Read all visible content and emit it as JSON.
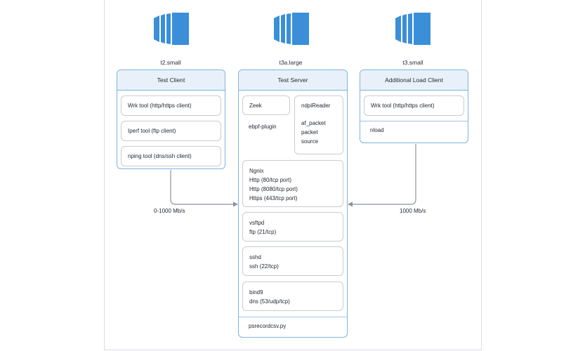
{
  "instances": {
    "client": "t2.small",
    "server": "t3a.large",
    "load": "t3.small"
  },
  "test_client": {
    "title": "Test Client",
    "items": [
      "Wrk tool (http/https client)",
      "Iperf tool (ftp client)",
      "nping tool (dns/ssh client)"
    ]
  },
  "test_server": {
    "title": "Test Server",
    "zeek": {
      "title": "Zeek",
      "plugin": "ebpf-plugin"
    },
    "ndpi": {
      "title": "ndpiReader",
      "lines": [
        "af_packet",
        "packet",
        "source"
      ]
    },
    "nginx": [
      "Ngnix",
      "Http (80/tcp port)",
      "Http (8080/tcp port)",
      "Https (443/tcp port)"
    ],
    "vsftpd": [
      "vsftpd",
      "ftp (21/tcp)"
    ],
    "sshd": [
      "sshd",
      "ssh (22/tcp)"
    ],
    "bind9": [
      "bind9",
      "dns (53/udp/tcp)"
    ],
    "footer": "psrecordcsv.py"
  },
  "load_client": {
    "title": "Additional Load Client",
    "items": [
      "Wrk tool (http/https client)"
    ],
    "footer": "nload"
  },
  "links": {
    "client_bandwidth": "0-1000 Mb/s",
    "load_bandwidth": "1000 Mb/s"
  },
  "colors": {
    "panel_border": "#7fb3dd",
    "panel_header": "#e8f1fa",
    "icon_blue": "#3a8fd8",
    "connector": "#8c929c"
  }
}
